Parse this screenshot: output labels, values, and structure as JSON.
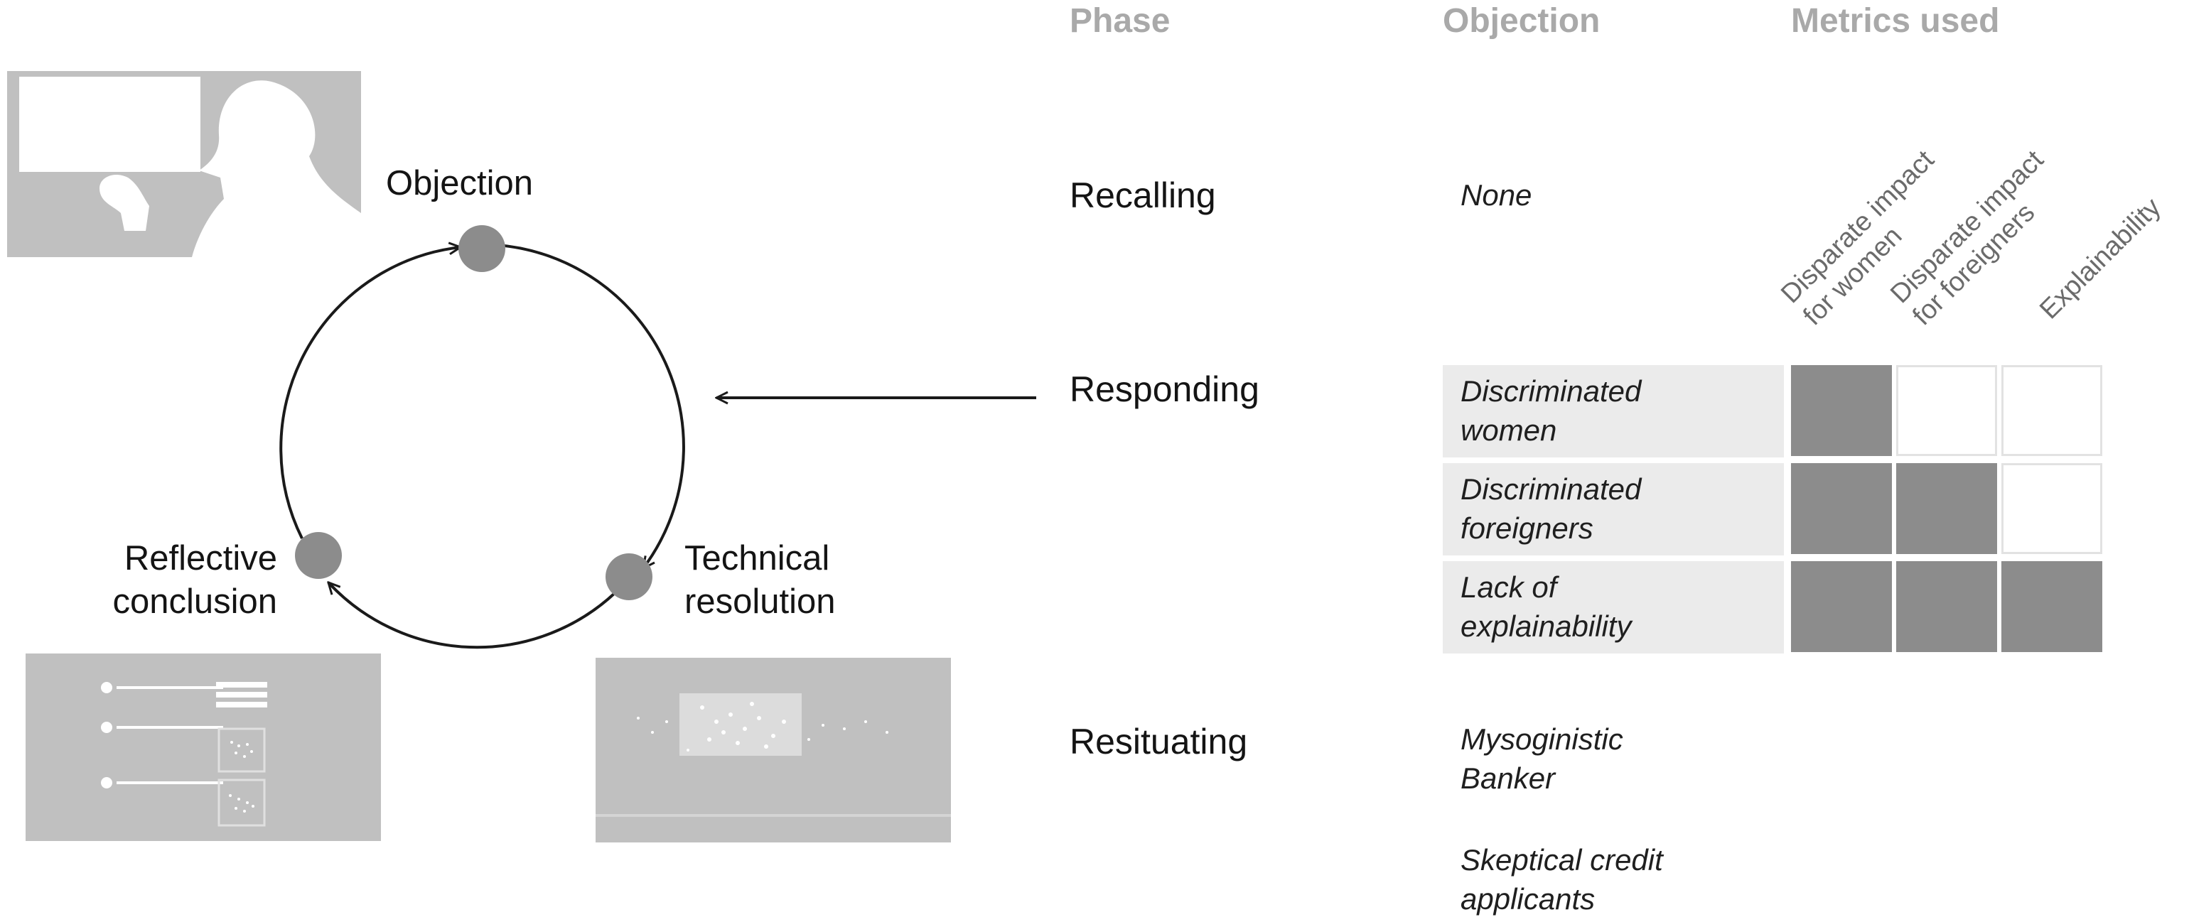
{
  "cycle": {
    "stages": [
      {
        "label": "Objection"
      },
      {
        "label": "Technical\nresolution"
      },
      {
        "label": "Reflective\nconclusion"
      }
    ]
  },
  "table": {
    "headers": {
      "phase": "Phase",
      "objection": "Objection",
      "metrics": "Metrics used"
    },
    "metrics": [
      {
        "label_line1": "Disparate impact",
        "label_line2": "for women"
      },
      {
        "label_line1": "Disparate impact",
        "label_line2": "for foreigners"
      },
      {
        "label_line1": "Explainability",
        "label_line2": ""
      }
    ],
    "phases": [
      {
        "name": "Recalling",
        "objections": [
          "None"
        ]
      },
      {
        "name": "Responding",
        "objections": [
          "Discriminated\nwomen",
          "Discriminated\nforeigners",
          "Lack of\nexplainability"
        ]
      },
      {
        "name": "Resituating",
        "objections": [
          "Mysoginistic\nBanker",
          "Skeptical credit\napplicants"
        ]
      }
    ],
    "matrix": [
      [
        true,
        false,
        false
      ],
      [
        true,
        true,
        false
      ],
      [
        true,
        true,
        true
      ]
    ]
  },
  "colors": {
    "node": "#8c8c8c",
    "thumbnail": "#c0c0c0",
    "header_text": "#a9a9a9",
    "objection_highlight": "#ebebeb"
  }
}
